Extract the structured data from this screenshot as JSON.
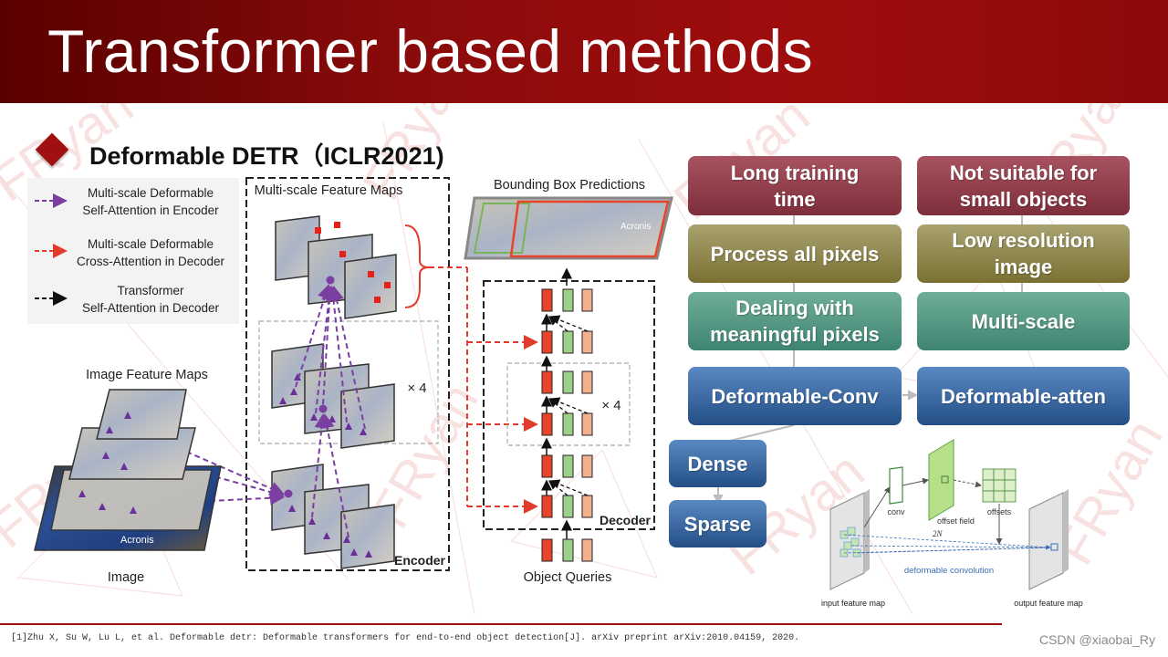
{
  "slide": {
    "title": "Transformer based methods",
    "subtitle": "Deformable DETR（ICLR2021)",
    "watermark": "FRyan"
  },
  "diagram": {
    "legend": {
      "encoder_self_attn": [
        "Multi-scale Deformable",
        "Self-Attention in Encoder"
      ],
      "decoder_cross_attn": [
        "Multi-scale Deformable",
        "Cross-Attention in Decoder"
      ],
      "decoder_self_attn": [
        "Transformer",
        "Self-Attention in Decoder"
      ]
    },
    "multi_scale_feature_maps": "Multi-scale Feature Maps",
    "image_feature_maps": "Image Feature Maps",
    "image": "Image",
    "encoder": "Encoder",
    "decoder": "Decoder",
    "bounding_box_predictions": "Bounding Box Predictions",
    "object_queries": "Object Queries",
    "repeat_encoder": "× 4",
    "repeat_decoder": "× 4",
    "jersey_text": "Acronis",
    "colors": {
      "encoder_arrow": "#7a3fa0",
      "cross_arrow": "#e23b2e",
      "self_arrow": "#111111",
      "query_red": "#e8442a",
      "query_green": "#9ccf8a",
      "query_peach": "#f1b08e"
    }
  },
  "flow": {
    "long_training": [
      "Long training",
      "time"
    ],
    "small_objects": [
      "Not suitable for",
      "small objects"
    ],
    "process_all": "Process all pixels",
    "low_resolution": [
      "Low resolution",
      "image"
    ],
    "meaningful": [
      "Dealing with",
      "meaningful pixels"
    ],
    "multi_scale": "Multi-scale",
    "deform_conv": "Deformable-Conv",
    "deform_atten": "Deformable-atten",
    "dense": "Dense",
    "sparse": "Sparse"
  },
  "deformable_conv_figure": {
    "conv": "conv",
    "offset_field": "offset field",
    "offsets": "offsets",
    "two_n": "2N",
    "deformable_convolution": "deformable convolution",
    "input_feature_map": "input feature map",
    "output_feature_map": "output feature map"
  },
  "footer": {
    "citation": "[1]Zhu X, Su W, Lu L, et al. Deformable detr: Deformable transformers for end-to-end object detection[J]. arXiv preprint arXiv:2010.04159, 2020.",
    "credit": "CSDN @xiaobai_Ry"
  }
}
